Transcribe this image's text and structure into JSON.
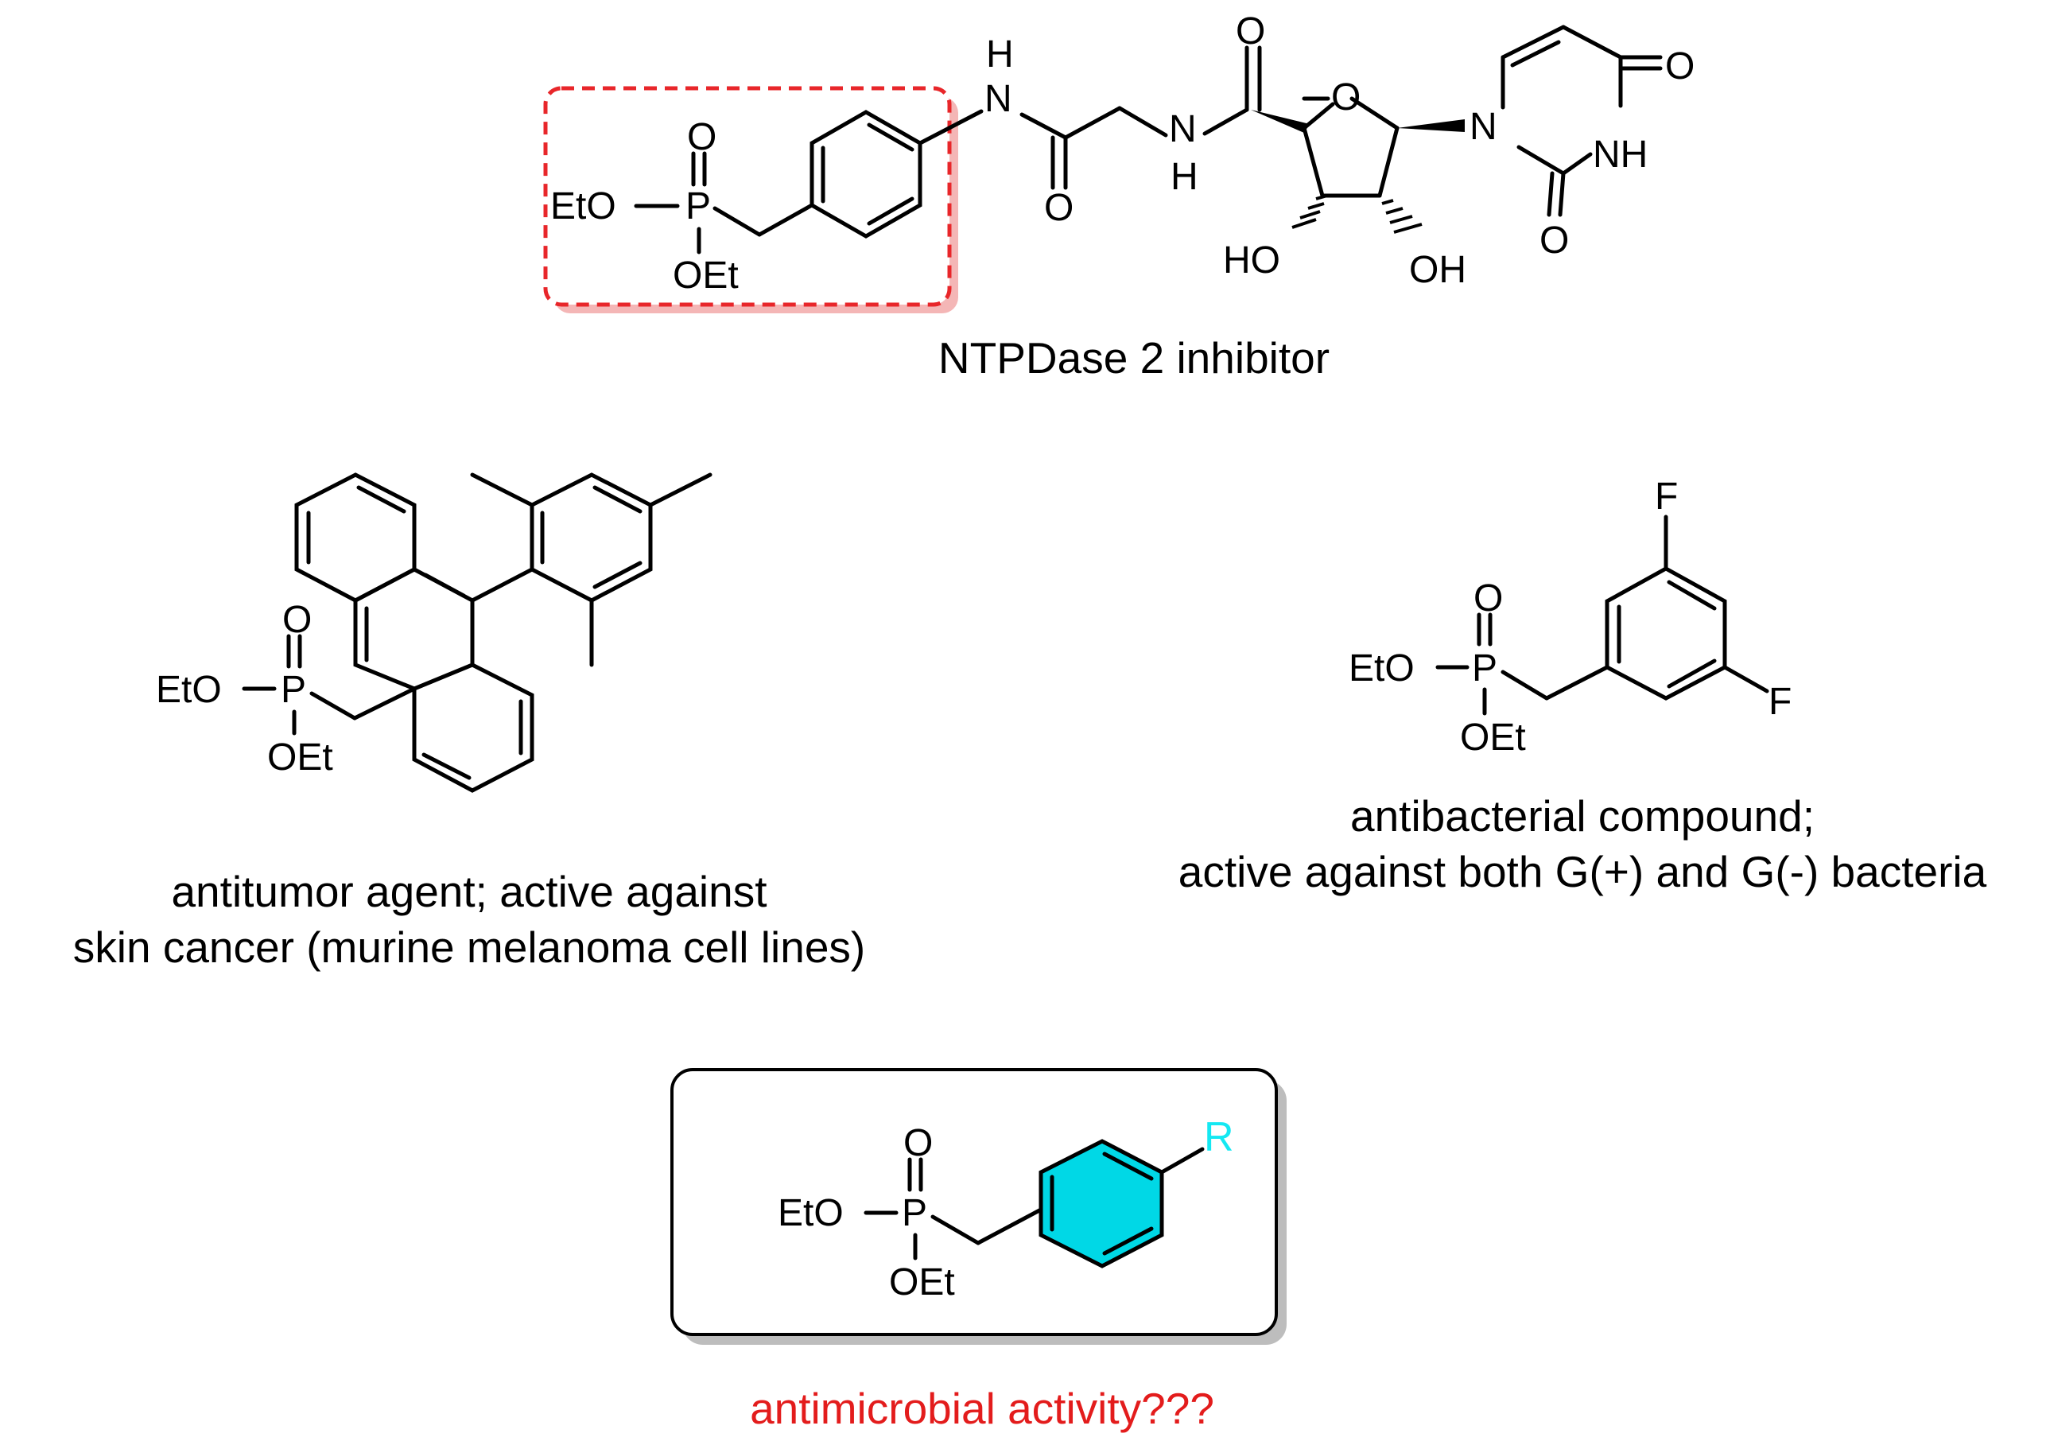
{
  "colors": {
    "bond": "#000000",
    "highlight_dash": "#e8262a",
    "highlight_shadow": "#f4b6b6",
    "aryl_fill": "#00d8e6",
    "r_group": "#14e8f2",
    "question_caption": "#e31c1c",
    "box_shadow": "#bdbdbd"
  },
  "atoms": {
    "O": "O",
    "H": "H",
    "N": "N",
    "P": "P",
    "F": "F",
    "R": "R",
    "EtO": "EtO",
    "OEt": "OEt",
    "HO": "HO",
    "OH": "OH",
    "NH": "NH"
  },
  "captions": {
    "ntpdase": "NTPDase 2 inhibitor",
    "antitumor_line1": "antitumor agent; active against",
    "antitumor_line2": "skin cancer (murine melanoma cell lines)",
    "antibacterial_line1": "antibacterial compound;",
    "antibacterial_line2": "active against both G(+) and G(-) bacteria",
    "question": "antimicrobial activity???"
  }
}
